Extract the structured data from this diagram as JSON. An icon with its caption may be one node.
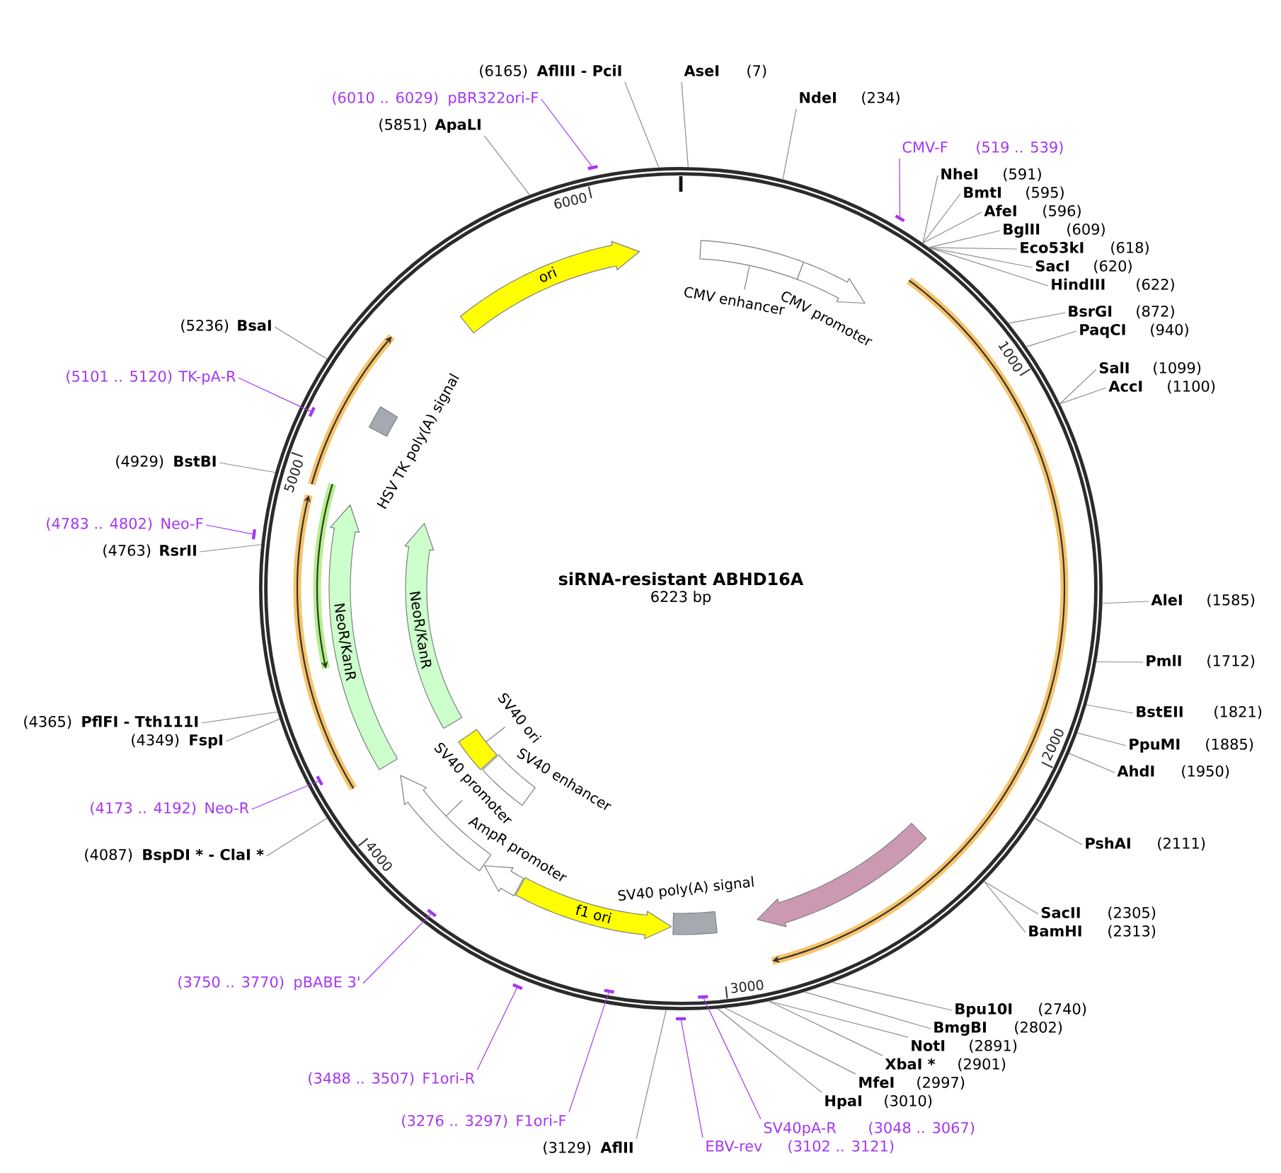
{
  "diagram": {
    "nodes": [
      {
        "text": [
          "siRNA-resistant ABHD16A",
          "6223 bp"
        ]
      },
      {
        "text": [
          "ori"
        ],
        "in": 0
      },
      {
        "text": [
          "CMV enhancer"
        ],
        "in": 0
      },
      {
        "text": [
          "CMV promoter"
        ],
        "in": 0
      },
      {
        "text": [
          "HSV TK poly(A) signal"
        ],
        "in": 0
      },
      {
        "text": [
          "NeoR/KanR"
        ],
        "in": 0
      },
      {
        "text": [
          "NeoR/KanR"
        ],
        "in": 0
      },
      {
        "text": [
          "SV40 ori"
        ],
        "in": 0
      },
      {
        "text": [
          "SV40 enhancer"
        ],
        "in": 0
      },
      {
        "text": [
          "SV40 promoter"
        ],
        "in": 0
      },
      {
        "text": [
          "AmpR promoter"
        ],
        "in": 0
      },
      {
        "text": [],
        "shape": "arrow",
        "in": 0
      },
      {
        "text": [
          "SV40 poly(A) signal"
        ],
        "in": 0
      },
      {
        "text": [
          "f1 ori"
        ],
        "in": 0
      },
      {
        "text": [
          "(6165)",
          "AflIII - PciI"
        ]
      },
      {
        "text": [
          "AseI",
          "(7)"
        ]
      },
      {
        "text": [
          "(6010 .. 6029)",
          "pBR322ori-F"
        ]
      },
      {
        "text": [],
        "shape": "bar"
      },
      {
        "text": [
          "NdeI",
          "(234)"
        ]
      },
      {
        "text": [
          "(5851)",
          "ApaLI"
        ]
      },
      {
        "text": [
          "CMV-F",
          "(519 .. 539)"
        ]
      },
      {
        "text": [],
        "shape": "bar"
      },
      {
        "text": [
          "NheI",
          "(591)"
        ]
      },
      {
        "text": [
          "BmtI",
          "(595)"
        ]
      },
      {
        "text": [
          "AfeI",
          "(596)"
        ]
      },
      {
        "text": [
          "BglII",
          "(609)"
        ]
      },
      {
        "text": [
          "Eco53kI",
          "(618)"
        ]
      },
      {
        "text": [
          "SacI",
          "(620)"
        ]
      },
      {
        "text": [
          "HindIII",
          "(622)"
        ]
      },
      {
        "text": [
          "BsrGI",
          "(872)"
        ]
      },
      {
        "text": [
          "(5236)",
          "BsaI"
        ]
      },
      {
        "text": [
          "PaqCI",
          "(940)"
        ]
      },
      {
        "text": [
          "SalI",
          "(1099)"
        ]
      },
      {
        "text": [
          "(5101 .. 5120)",
          "TK-pA-R"
        ]
      },
      {
        "text": [],
        "shape": "bar",
        "in": 0
      },
      {
        "text": [
          "AccI",
          "(1100)"
        ]
      },
      {
        "text": [
          "(4929)",
          "BstBI"
        ]
      },
      {
        "text": [
          "(4783 .. 4802)",
          "Neo-F"
        ]
      },
      {
        "text": [],
        "shape": "bar"
      },
      {
        "text": [
          "(4763)",
          "RsrII"
        ]
      },
      {
        "text": [
          "AleI",
          "(1585)"
        ]
      },
      {
        "text": [
          "PmlI",
          "(1712)"
        ]
      },
      {
        "text": [
          "BstEII",
          "(1821)"
        ]
      },
      {
        "text": [
          "(4365)",
          "PflFI - Tth111I"
        ]
      },
      {
        "text": [
          "(4349)",
          "FspI"
        ]
      },
      {
        "text": [
          "PpuMI",
          "(1885)"
        ]
      },
      {
        "text": [
          "AhdI",
          "(1950)"
        ]
      },
      {
        "text": [
          "(4173 .. 4192)",
          "Neo-R"
        ]
      },
      {
        "text": [],
        "shape": "bar",
        "in": 0
      },
      {
        "text": [
          "PshAI",
          "(2111)"
        ]
      },
      {
        "text": [
          "(4087)",
          "BspDI * - ClaI *"
        ]
      },
      {
        "text": [
          "SacII",
          "(2305)"
        ]
      },
      {
        "text": [
          "BamHI",
          "(2313)"
        ]
      },
      {
        "text": [
          "(3750 .. 3770)",
          "pBABE 3'"
        ]
      },
      {
        "text": [],
        "shape": "bar",
        "in": 0
      },
      {
        "text": [
          "Bpu10I",
          "(2740)"
        ]
      },
      {
        "text": [
          "BmgBI",
          "(2802)"
        ]
      },
      {
        "text": [
          "NotI",
          "(2891)"
        ]
      },
      {
        "text": [
          "XbaI *",
          "(2901)"
        ]
      },
      {
        "text": [
          "(3488 .. 3507)",
          "F1ori-R"
        ]
      },
      {
        "text": [],
        "shape": "bar"
      },
      {
        "text": [
          "MfeI",
          "(2997)"
        ]
      },
      {
        "text": [
          "HpaI",
          "(3010)"
        ]
      },
      {
        "text": [
          "(3276 .. 3297)",
          "F1ori-F"
        ]
      },
      {
        "text": [],
        "shape": "bar",
        "in": 0
      },
      {
        "text": [
          "SV40pA-R",
          "(3048 .. 3067)"
        ]
      },
      {
        "text": [],
        "shape": "bar",
        "in": 0
      },
      {
        "text": [
          "EBV-rev",
          "(3102 .. 3121)"
        ]
      },
      {
        "text": [],
        "shape": "bar"
      },
      {
        "text": [
          "(3129)",
          "AflII"
        ]
      }
    ],
    "edges": [
      {
        "from": 14,
        "to": 0,
        "arrow": "none"
      },
      {
        "from": 15,
        "to": 0,
        "arrow": "none"
      },
      {
        "from": 16,
        "to": 17,
        "arrow": "none",
        "color": "#a437f0"
      },
      {
        "from": 18,
        "to": 0,
        "arrow": "none"
      },
      {
        "from": 19,
        "to": 0,
        "arrow": "none"
      },
      {
        "from": 20,
        "to": 21,
        "arrow": "none",
        "color": "#a437f0"
      },
      {
        "from": 22,
        "to": 0,
        "arrow": "none"
      },
      {
        "from": 23,
        "to": 0,
        "arrow": "none"
      },
      {
        "from": 24,
        "to": 0,
        "arrow": "none"
      },
      {
        "from": 25,
        "to": 0,
        "arrow": "none"
      },
      {
        "from": 26,
        "to": 0,
        "arrow": "none"
      },
      {
        "from": 27,
        "to": 0,
        "arrow": "none"
      },
      {
        "from": 28,
        "to": 0,
        "arrow": "none"
      },
      {
        "from": 29,
        "to": 0,
        "arrow": "none"
      },
      {
        "from": 30,
        "to": 0,
        "arrow": "none"
      },
      {
        "from": 31,
        "to": 0,
        "arrow": "none"
      },
      {
        "from": 32,
        "to": 0,
        "arrow": "none"
      },
      {
        "from": 33,
        "to": 34,
        "arrow": "none",
        "color": "#a437f0"
      },
      {
        "from": 35,
        "to": 0,
        "arrow": "none"
      },
      {
        "from": 36,
        "to": 0,
        "arrow": "none"
      },
      {
        "from": 37,
        "to": 38,
        "arrow": "none",
        "color": "#a437f0"
      },
      {
        "from": 39,
        "to": 0,
        "arrow": "none"
      },
      {
        "from": 40,
        "to": 0,
        "arrow": "none"
      },
      {
        "from": 41,
        "to": 0,
        "arrow": "none"
      },
      {
        "from": 42,
        "to": 0,
        "arrow": "none"
      },
      {
        "from": 43,
        "to": 0,
        "arrow": "none"
      },
      {
        "from": 44,
        "to": 0,
        "arrow": "none"
      },
      {
        "from": 45,
        "to": 0,
        "arrow": "none"
      },
      {
        "from": 46,
        "to": 0,
        "arrow": "none"
      },
      {
        "from": 47,
        "to": 48,
        "arrow": "none",
        "color": "#a437f0"
      },
      {
        "from": 49,
        "to": 0,
        "arrow": "none"
      },
      {
        "from": 50,
        "to": 0,
        "arrow": "none"
      },
      {
        "from": 51,
        "to": 0,
        "arrow": "none"
      },
      {
        "from": 52,
        "to": 0,
        "arrow": "none"
      },
      {
        "from": 53,
        "to": 54,
        "arrow": "none",
        "color": "#a437f0"
      },
      {
        "from": 55,
        "to": 0,
        "arrow": "none"
      },
      {
        "from": 56,
        "to": 0,
        "arrow": "none"
      },
      {
        "from": 57,
        "to": 0,
        "arrow": "none"
      },
      {
        "from": 58,
        "to": 0,
        "arrow": "none"
      },
      {
        "from": 59,
        "to": 60,
        "arrow": "none",
        "color": "#a437f0"
      },
      {
        "from": 61,
        "to": 0,
        "arrow": "none"
      },
      {
        "from": 62,
        "to": 0,
        "arrow": "none"
      },
      {
        "from": 63,
        "to": 64,
        "arrow": "none",
        "color": "#a437f0"
      },
      {
        "from": 65,
        "to": 66,
        "arrow": "none",
        "color": "#a437f0"
      },
      {
        "from": 67,
        "to": 68,
        "arrow": "none",
        "color": "#a437f0"
      },
      {
        "from": 69,
        "to": 0,
        "arrow": "none"
      }
    ],
    "labels": [
      "6000",
      "1000",
      "5000",
      "2000",
      "4000",
      "3000"
    ]
  }
}
